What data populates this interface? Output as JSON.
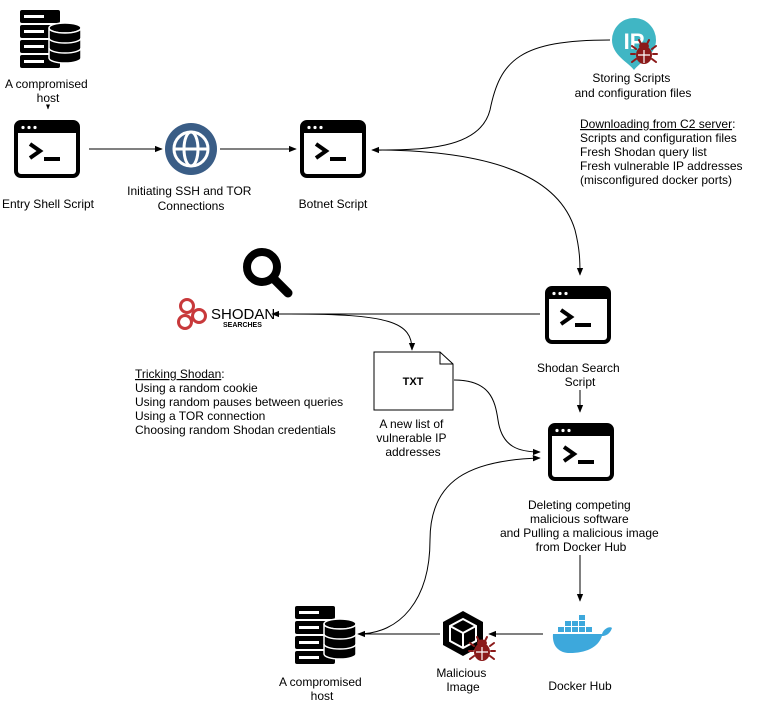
{
  "labels": {
    "compromised_host_top": [
      "A compromised",
      "host"
    ],
    "entry_shell_script": "Entry Shell Script",
    "initiating": [
      "Initiating SSH and TOR",
      "Connections"
    ],
    "botnet_script": "Botnet Script",
    "storing_scripts": [
      "Storing Scripts",
      "and configuration files"
    ],
    "shodan_search_script": [
      "Shodan Search",
      "Script"
    ],
    "txt_file": "TXT",
    "new_list": [
      "A new list of",
      "vulnerable IP",
      "addresses"
    ],
    "deleting": [
      "Deleting competing",
      "malicious software",
      "and Pulling a malicious image",
      "from Docker Hub"
    ],
    "docker_hub": "Docker Hub",
    "malicious_image": [
      "Malicious",
      "Image"
    ],
    "compromised_host_bottom": [
      "A compromised",
      "host"
    ],
    "shodan_logo_text": "SHODAN",
    "shodan_logo_sub": "SEARCHES",
    "ip_badge": "IP"
  },
  "notes": {
    "downloading": {
      "heading": "Downloading from C2 server",
      "heading_suffix": ":",
      "lines": [
        "Scripts and configuration files",
        "Fresh Shodan query list",
        "Fresh vulnerable IP addresses",
        "(misconfigured docker ports)"
      ]
    },
    "tricking": {
      "heading": "Tricking Shodan",
      "heading_suffix": ":",
      "lines": [
        "Using a random cookie",
        "Using random pauses between queries",
        "Using a TOR connection",
        "Choosing random Shodan credentials"
      ]
    }
  },
  "colors": {
    "ip_pin": "#40B6C4",
    "bug": "#8B1A1A",
    "globe": "#3A5D86",
    "shodan_red": "#C8393B",
    "docker_blue": "#3DA8DC",
    "ink": "#000000"
  },
  "icons": {
    "server": "server-database-icon",
    "terminal": "terminal-window-icon",
    "globe": "globe-network-icon",
    "ip_pin": "ip-location-pin-icon",
    "bug": "bug-icon",
    "magnifier": "magnifying-glass-icon",
    "shodan": "shodan-logo-icon",
    "file": "text-file-icon",
    "docker": "docker-whale-icon",
    "image": "container-image-icon"
  }
}
